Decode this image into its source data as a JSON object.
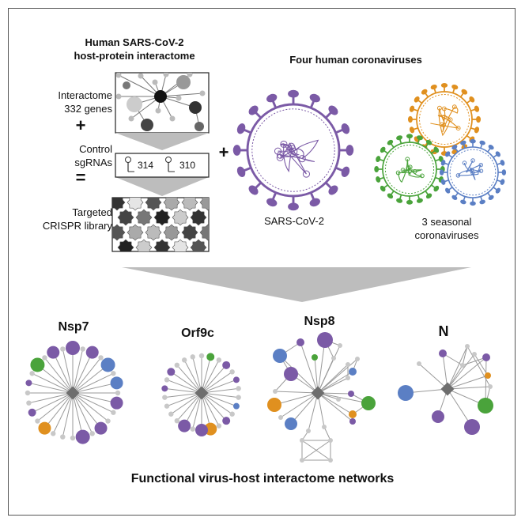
{
  "left_panel": {
    "title_line1": "Human SARS-CoV-2",
    "title_line2": "host-protein interactome",
    "interactome_line1": "Interactome",
    "interactome_line2": "332 genes",
    "plus_symbol": "+",
    "control_line1": "Control",
    "control_line2": "sgRNAs",
    "sgrna_count_a": "314",
    "sgrna_count_b": "310",
    "equals_symbol": "=",
    "library_line1": "Targeted",
    "library_line2": "CRISPR library"
  },
  "middle_plus": "+",
  "right_panel": {
    "title": "Four human coronaviruses",
    "sars_label": "SARS-CoV-2",
    "seasonal_line1": "3 seasonal",
    "seasonal_line2": "coronaviruses"
  },
  "networks": [
    {
      "label": "Nsp7"
    },
    {
      "label": "Orf9c"
    },
    {
      "label": "Nsp8"
    },
    {
      "label": "N"
    }
  ],
  "footer": "Functional virus-host interactome networks",
  "colors": {
    "sars": "#7b5aa6",
    "orange": "#e0901f",
    "green": "#4aa33b",
    "blue": "#5b7fc4",
    "purple": "#7b5aa6",
    "grey_node": "#c8c8c8",
    "hub": "#6e6e6e",
    "funnel": "#bdbdbd"
  }
}
